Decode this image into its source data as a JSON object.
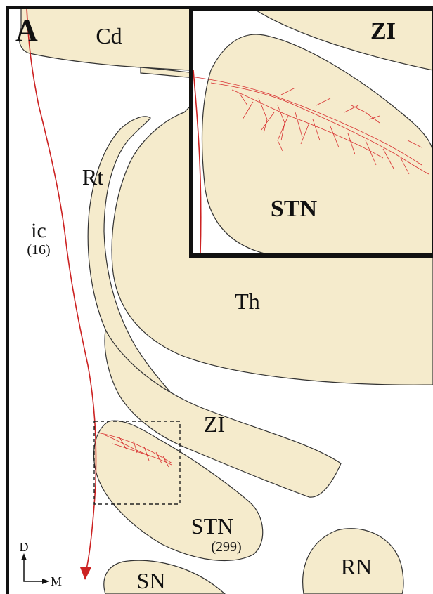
{
  "panel": {
    "letter": "A"
  },
  "regions": {
    "cd": "Cd",
    "rt": "Rt",
    "th": "Th",
    "zi": "ZI",
    "stn": "STN",
    "stn_count": "(299)",
    "sn": "SN",
    "rn": "RN",
    "ic": "ic",
    "ic_count": "(16)"
  },
  "inset": {
    "zi": "ZI",
    "stn": "STN"
  },
  "orientation": {
    "dorsal": "D",
    "medial": "M"
  },
  "colors": {
    "region_fill": "#f5ebcc",
    "axon": "#cc2222",
    "outline": "#333333"
  }
}
